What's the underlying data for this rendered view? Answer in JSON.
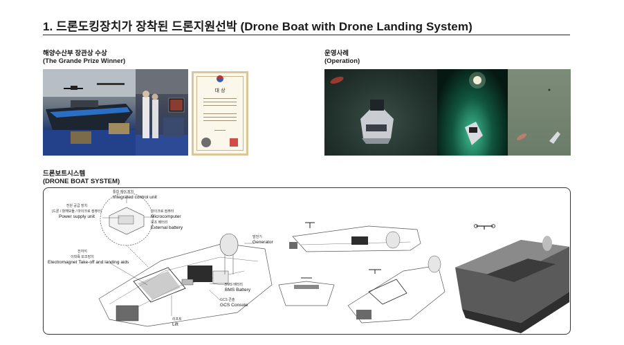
{
  "header": {
    "title": "1. 드론도킹장치가 장착된 드론지원선박 (Drone Boat with Drone Landing System)"
  },
  "award": {
    "label_ko": "해양수산부 장관상 수상",
    "label_en": "(The Grande Prize Winner)",
    "certificate_title": "대 상"
  },
  "operation": {
    "label_ko": "운영사례",
    "label_en": "(Operation)"
  },
  "system": {
    "label_ko": "드론보트시스템",
    "label_en": "(DRONE BOAT SYSTEM)",
    "callouts": {
      "integrated_ko": "통합 제어 장치",
      "integrated_en": "Integrated control unit",
      "power_ko": "전원 공급 장치",
      "power_ko2": "(드론 / 항해모듈 / 마이크로 컴퓨터)",
      "power_en": "Power supply unit",
      "micro_ko": "마이크로 컴퓨터",
      "micro_en": "Microcomputer",
      "battery_ko": "보조 배터리",
      "battery_en": "External battery",
      "generator_ko": "발전기",
      "generator_en": "Generator",
      "electro_ko": "전자석",
      "electro_ko2": "이착륙 보조장치",
      "electro_en": "Electromagnet Take-off and",
      "electro_en2": "landing aids",
      "bms_ko": "BMS 배터리",
      "bms_en": "BMS Battery",
      "gcs_ko": "GCS 콘솔",
      "gcs_en": "GCS Console",
      "lift_ko": "리프트",
      "lift_en": "Lift"
    }
  },
  "colors": {
    "boat_blue": "#1b3a7c",
    "water_green": "#2fa87b",
    "render_gray": "#4a4a4a"
  }
}
